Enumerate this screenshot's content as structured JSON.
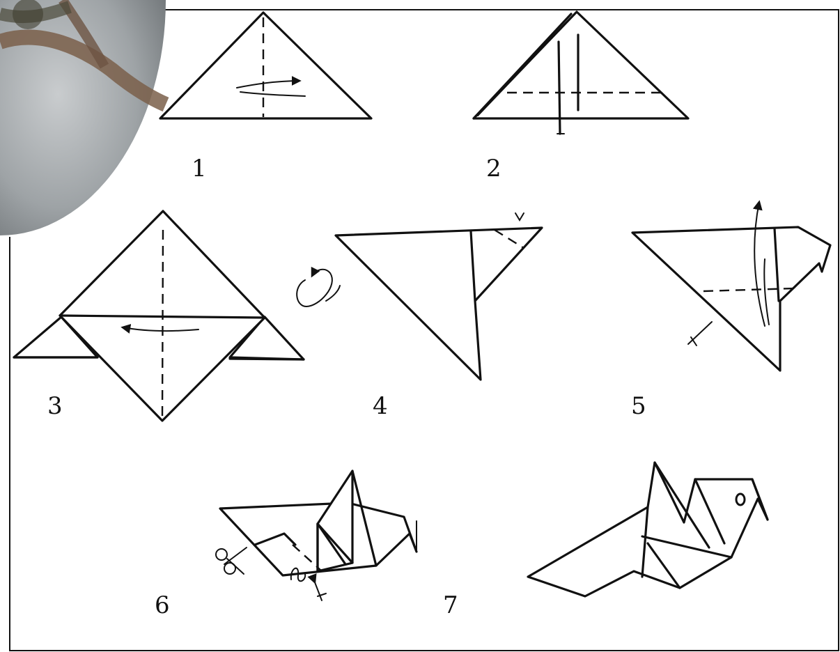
{
  "steps": [
    {
      "label": "1"
    },
    {
      "label": "2"
    },
    {
      "label": "3"
    },
    {
      "label": "4"
    },
    {
      "label": "5"
    },
    {
      "label": "6"
    },
    {
      "label": "7"
    }
  ],
  "icons": {
    "scissors": "scissors-icon",
    "turn_over": "turn-over-icon",
    "eye": "eye-dot"
  },
  "colors": {
    "ink": "#111111",
    "paper": "#ffffff"
  }
}
